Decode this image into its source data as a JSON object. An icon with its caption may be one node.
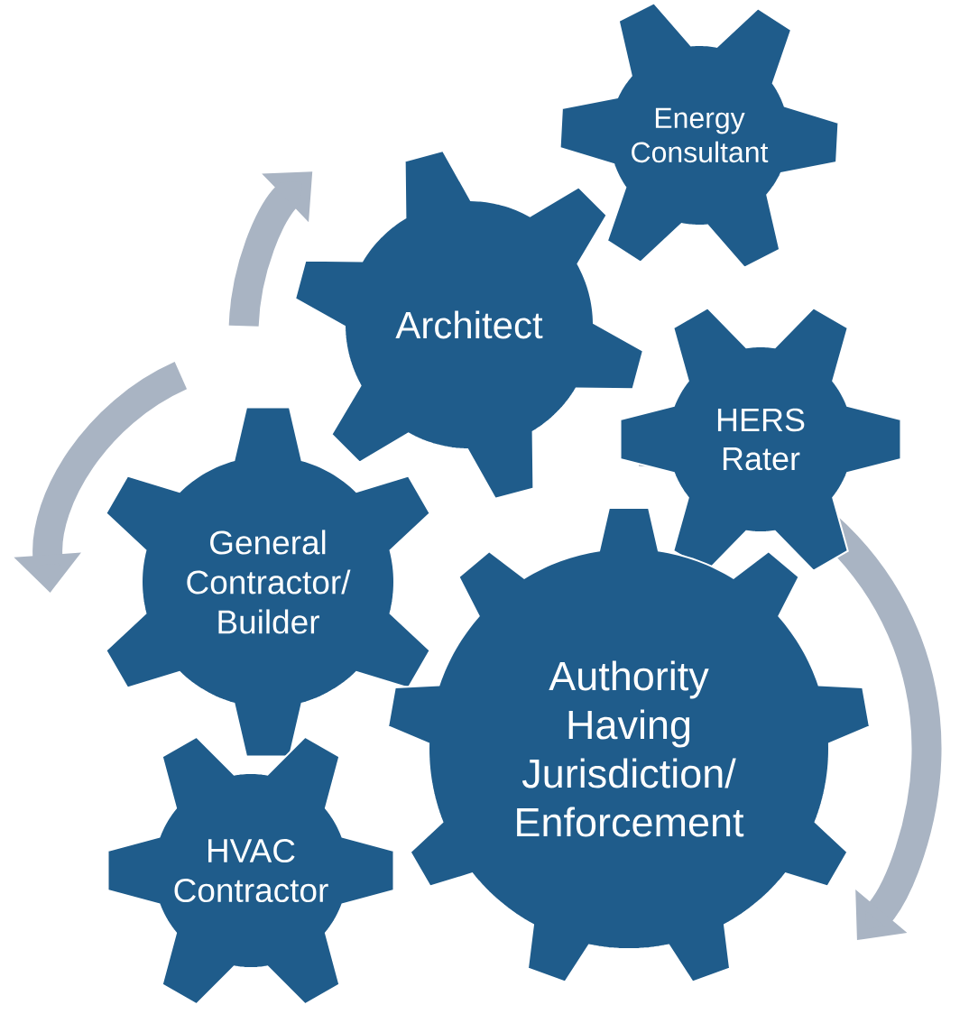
{
  "diagram": {
    "nodes": [
      {
        "text": [
          "Energy Consultant"
        ]
      },
      {
        "text": [
          "Architect"
        ]
      },
      {
        "text": [
          "HERS Rater"
        ]
      },
      {
        "text": [
          "General Contractor/ Builder"
        ]
      },
      {
        "text": [
          "Authority Having Jurisdiction/ Enforcement"
        ]
      },
      {
        "text": [
          "HVAC Contractor"
        ]
      }
    ]
  }
}
